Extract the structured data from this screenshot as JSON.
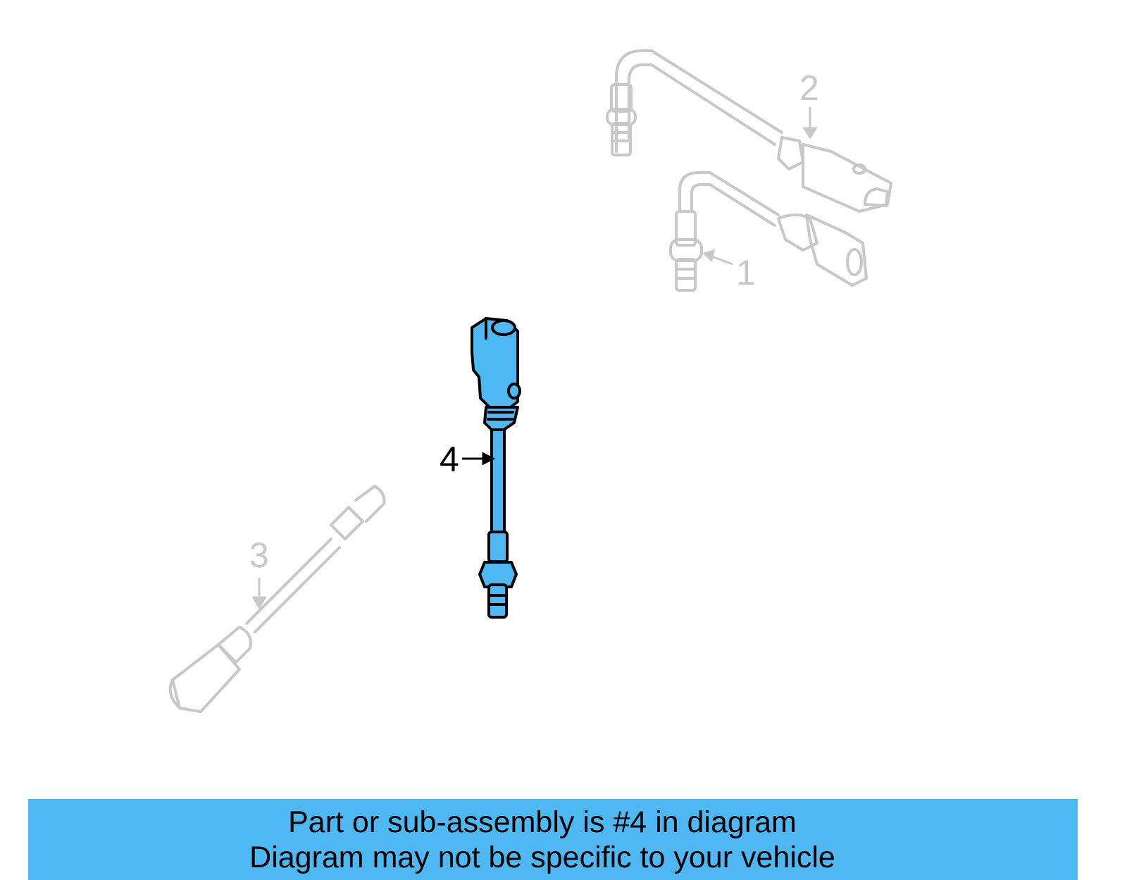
{
  "diagram": {
    "highlight_color": "#4db8f2",
    "inactive_color": "#c8c8c8",
    "callouts": [
      {
        "number": "1",
        "state": "inactive"
      },
      {
        "number": "2",
        "state": "inactive"
      },
      {
        "number": "3",
        "state": "inactive"
      },
      {
        "number": "4",
        "state": "highlighted"
      }
    ]
  },
  "banner": {
    "line1": "Part or sub-assembly is #4 in diagram",
    "line2": "Diagram may not be specific to your vehicle",
    "background": "#4db8f2"
  }
}
